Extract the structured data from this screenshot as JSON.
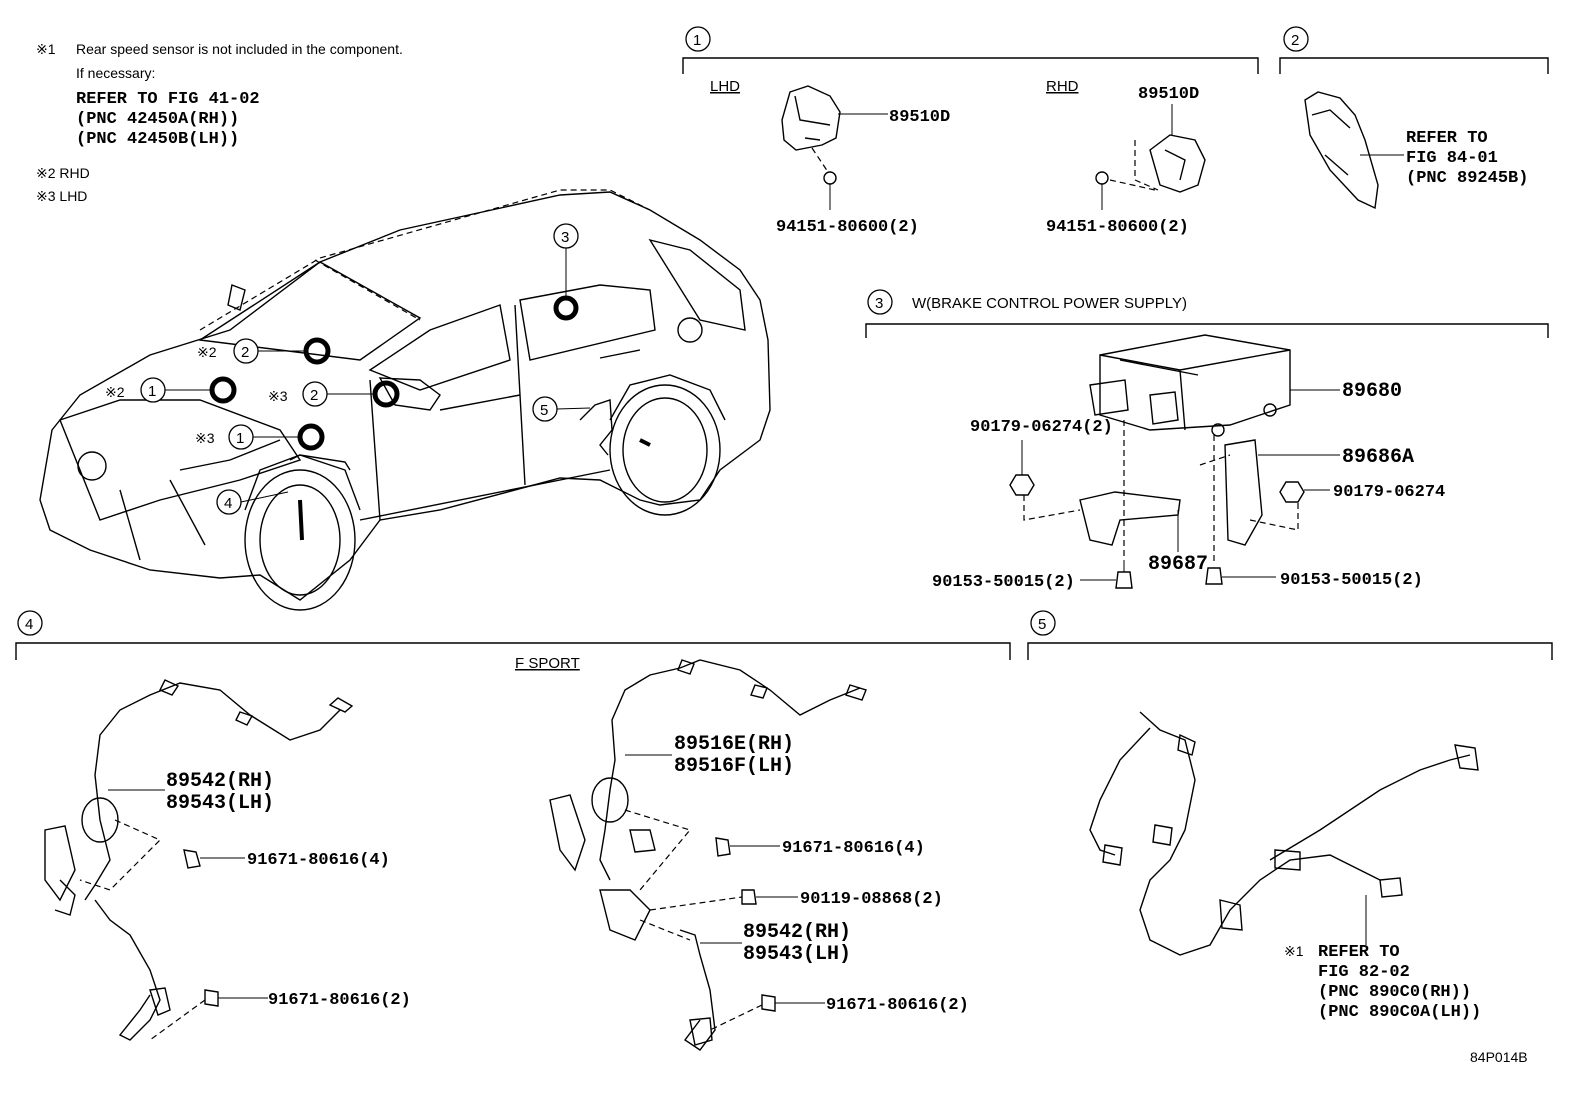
{
  "notes": {
    "n1_mark": "※1",
    "n1_text": "Rear speed sensor is not included in the component.",
    "n1_line2": "If necessary:",
    "n1_line3": "REFER TO FIG 41-02",
    "n1_line4": "(PNC 42450A(RH))",
    "n1_line5": "(PNC 42450B(LH))",
    "n2": "※2 RHD",
    "n3": "※3 LHD"
  },
  "sections": {
    "s1": "1",
    "s2": "2",
    "s3": "3",
    "s4": "4",
    "s5": "5",
    "s3_title": "W(BRAKE CONTROL POWER SUPPLY)",
    "lhd": "LHD",
    "rhd": "RHD",
    "fsport": "F SPORT"
  },
  "car_callouts": {
    "c3": "3",
    "c2a_mark": "※2",
    "c2a": "2",
    "c1a_mark": "※2",
    "c1a": "1",
    "c2b_mark": "※3",
    "c2b": "2",
    "c1b_mark": "※3",
    "c1b": "1",
    "c5": "5",
    "c4": "4"
  },
  "parts": {
    "p89510d_lhd": "89510D",
    "p94151_lhd": "94151-80600(2)",
    "p89510d_rhd": "89510D",
    "p94151_rhd": "94151-80600(2)",
    "ref2_l1": "REFER TO",
    "ref2_l2": "FIG 84-01",
    "ref2_l3": "(PNC 89245B)",
    "p89680": "89680",
    "p90179_2": "90179-06274(2)",
    "p89686a": "89686A",
    "p90179": "90179-06274",
    "p89687": "89687",
    "p90153_l": "90153-50015(2)",
    "p90153_r": "90153-50015(2)",
    "p89542_rh_a": "89542(RH)",
    "p89543_lh_a": "89543(LH)",
    "p91671_4_a": "91671-80616(4)",
    "p91671_2_a": "91671-80616(2)",
    "p89516e": "89516E(RH)",
    "p89516f": "89516F(LH)",
    "p91671_4_b": "91671-80616(4)",
    "p90119": "90119-08868(2)",
    "p89542_rh_b": "89542(RH)",
    "p89543_lh_b": "89543(LH)",
    "p91671_2_b": "91671-80616(2)",
    "ref5_mark": "※1",
    "ref5_l1": "REFER TO",
    "ref5_l2": "FIG 82-02",
    "ref5_l3": "(PNC 890C0(RH))",
    "ref5_l4": "(PNC 890C0A(LH))"
  },
  "figure_id": "84P014B"
}
